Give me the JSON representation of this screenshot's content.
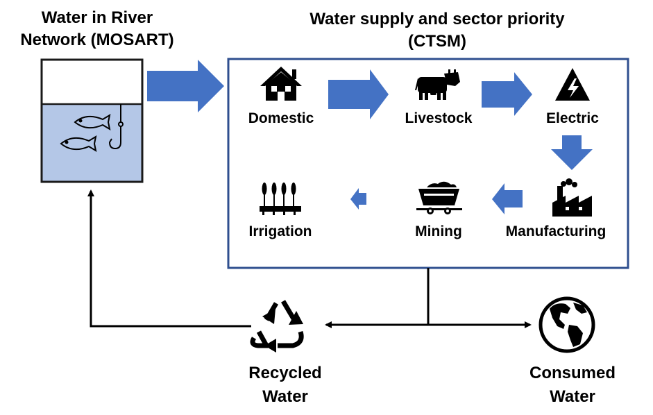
{
  "river": {
    "title_line1": "Water in River",
    "title_line2": "Network (MOSART)"
  },
  "ctsm": {
    "title_line1": "Water supply and sector priority",
    "title_line2": "(CTSM)",
    "sectors": [
      {
        "label": "Domestic",
        "icon": "house-icon"
      },
      {
        "label": "Livestock",
        "icon": "cow-icon"
      },
      {
        "label": "Electric",
        "icon": "electric-hazard-icon"
      },
      {
        "label": "Manufacturing",
        "icon": "factory-icon"
      },
      {
        "label": "Mining",
        "icon": "mine-cart-icon"
      },
      {
        "label": "Irrigation",
        "icon": "wheat-crop-icon"
      }
    ]
  },
  "outputs": {
    "recycled_line1": "Recycled",
    "recycled_line2": "Water",
    "consumed_line1": "Consumed",
    "consumed_line2": "Water"
  },
  "colors": {
    "arrow_blue": "#4472c4",
    "water_fill": "#b4c7e7",
    "box_border": "#2f4f8f"
  }
}
